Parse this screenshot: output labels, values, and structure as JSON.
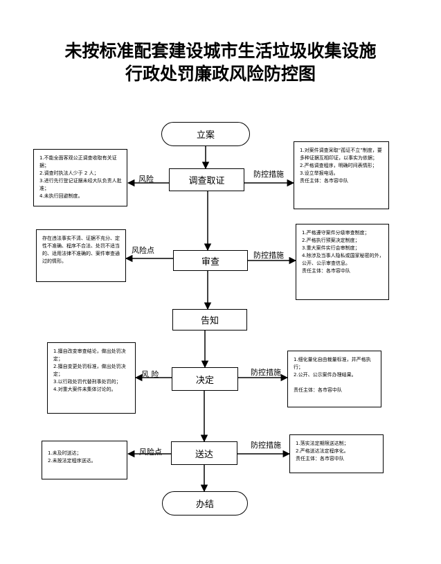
{
  "title_line1": "未按标准配套建设城市生活垃圾收集设施",
  "title_line2": "行政处罚廉政风险防控图",
  "nodes": {
    "start": "立案",
    "investigate": "调查取证",
    "review": "审查",
    "notify": "告知",
    "decide": "决定",
    "deliver": "送达",
    "end": "办结"
  },
  "labels": {
    "investigate_risk": "风险",
    "investigate_measure": "防控措施",
    "review_risk": "风险点",
    "review_measure": "防控措施",
    "decide_risk": "风  险",
    "decide_measure": "防控措施",
    "deliver_risk": "风险点",
    "deliver_measure": "防控措施"
  },
  "risks": {
    "investigate": [
      "1.不能全面客观公正调查收取有关证据；",
      "2.调查时执法人少于 2 人；",
      "3.进行先行登记证据未经大队负责人批准；",
      "4.未执行回避制度。"
    ],
    "review": [
      "存在违法事实不清、证据不充分、定性不准确、程序不合法、处罚不适当的、适用法律不准确的、案件审查通过的情形。"
    ],
    "decide": [
      "1.擅自改变审查结论，做出处罚决定；",
      "2.擅自变更处罚标准，做出处罚决定；",
      "3.以行政处罚代替刑事处罚的；",
      "4.对重大案件未集体讨论的。"
    ],
    "deliver": [
      "1.未及时送达；",
      "2.未按法定程序送达。"
    ]
  },
  "measures": {
    "investigate": [
      "1.对案件调查采取“孤证不立”制度，要多种证据互相印证，以事实为依据；",
      "2.严格调查程序，明确时间表情形；",
      "3.设立举报电话。",
      "责任主体：各市容中队"
    ],
    "review": [
      "1.严格遵守案件分级审查制度；",
      "2.严格执行预案决定制度；",
      "3.重大案件实行会审制度；",
      "4.除涉及当事人隐私或国家秘密的外，公开、公示审查信息。",
      "责任主体：各市容中队"
    ],
    "decide": [
      "1.细化量化自由裁量标准，并严格执行；",
      "2.公开、公示案件办理结果。",
      "",
      "责任主体：各市容中队"
    ],
    "deliver": [
      "1.落实法定期限送达制；",
      "2.严格送达法定程序化。",
      "责任主体：各市容中队"
    ]
  }
}
